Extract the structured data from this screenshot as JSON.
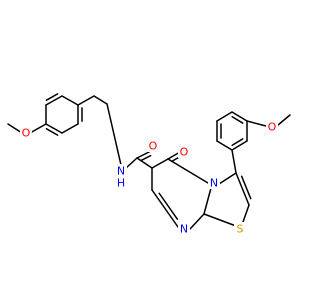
{
  "molecule": {
    "colors": {
      "bond": "#000000",
      "carbon": "#000000",
      "oxygen": "#ff0000",
      "nitrogen": "#0000ff",
      "sulfur": "#c8a000"
    },
    "labels": {
      "o_methoxy_left": "O",
      "nh_amide": "N",
      "nh_h": "H",
      "o_carbonyl_amide": "O",
      "o_carbonyl_ring": "O",
      "n_ring_bridge": "N",
      "n_ring_pyrimidine": "N",
      "s_thiazole": "S",
      "o_methoxy_right": "O"
    }
  }
}
